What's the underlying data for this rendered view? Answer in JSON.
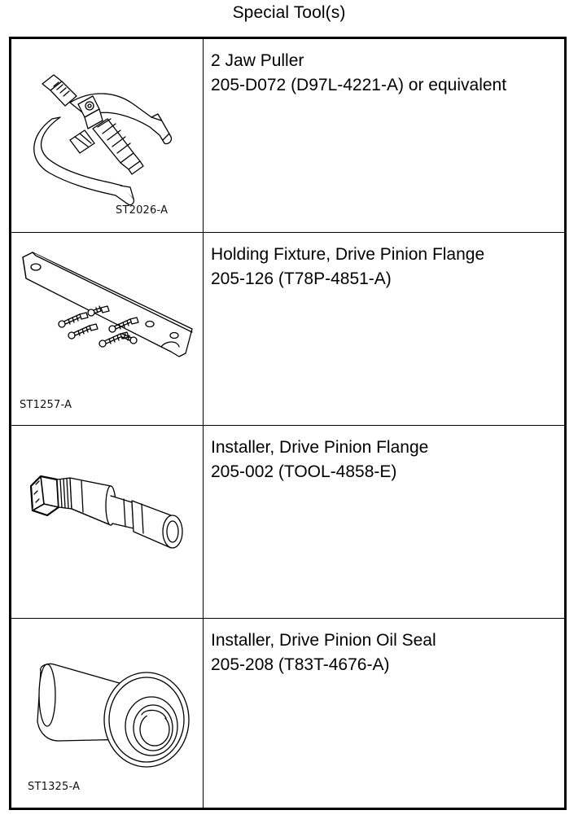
{
  "page_title": "Special Tool(s)",
  "tools": [
    {
      "name": "2 Jaw Puller",
      "part_number": "205-D072 (D97L-4221-A) or equivalent",
      "figure_id": "ST2026-A",
      "icon": "two-jaw-puller-icon"
    },
    {
      "name": "Holding Fixture, Drive Pinion Flange",
      "part_number": "205-126 (T78P-4851-A)",
      "figure_id": "ST1257-A",
      "icon": "holding-fixture-icon"
    },
    {
      "name": "Installer, Drive Pinion Flange",
      "part_number": "205-002 (TOOL-4858-E)",
      "figure_id": "",
      "icon": "flange-installer-icon"
    },
    {
      "name": "Installer, Drive Pinion Oil Seal",
      "part_number": "205-208 (T83T-4676-A)",
      "figure_id": "ST1325-A",
      "icon": "oil-seal-installer-icon"
    }
  ]
}
